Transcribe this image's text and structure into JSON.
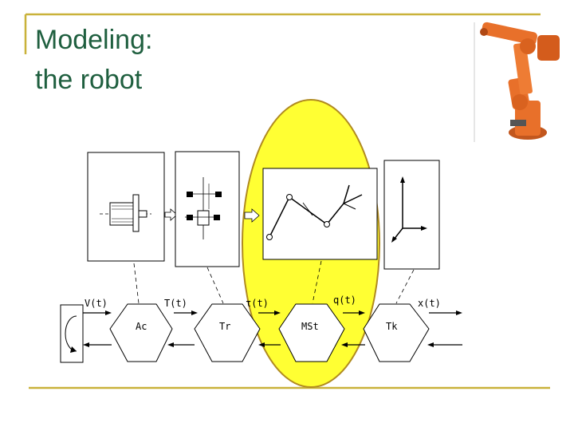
{
  "slide": {
    "title_line1": "Modeling:",
    "title_line2": "the robot"
  },
  "diagram": {
    "signals": {
      "v": "V(t)",
      "t": "T(t)",
      "tau": "τ(t)",
      "q": "q(t)",
      "x": "x(t)"
    },
    "blocks": {
      "ac": "Ac",
      "tr": "Tr",
      "mst": "MSt",
      "tk": "Tk"
    }
  },
  "colors": {
    "title": "#1f5f3f",
    "accent_rule": "#c9b23a",
    "highlight": "#ffff33",
    "highlight_outline": "#b08a20",
    "robot": "#e8702a"
  },
  "icons": {
    "robot_photo": "industrial-robot-arm-icon"
  }
}
